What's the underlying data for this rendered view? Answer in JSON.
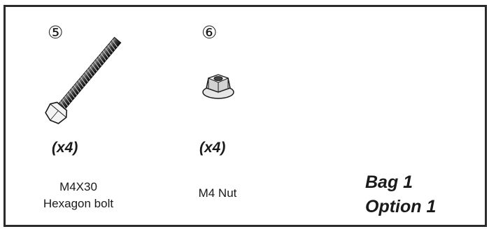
{
  "parts": [
    {
      "number": "⑤",
      "icon": "hexagon-bolt-icon",
      "quantity": "(x4)",
      "name_line1": "M4X30",
      "name_line2": "Hexagon bolt"
    },
    {
      "number": "⑥",
      "icon": "nut-icon",
      "quantity": "(x4)",
      "name_line1": "M4 Nut"
    }
  ],
  "bag": {
    "line1": "Bag 1",
    "line2": "Option 1"
  }
}
